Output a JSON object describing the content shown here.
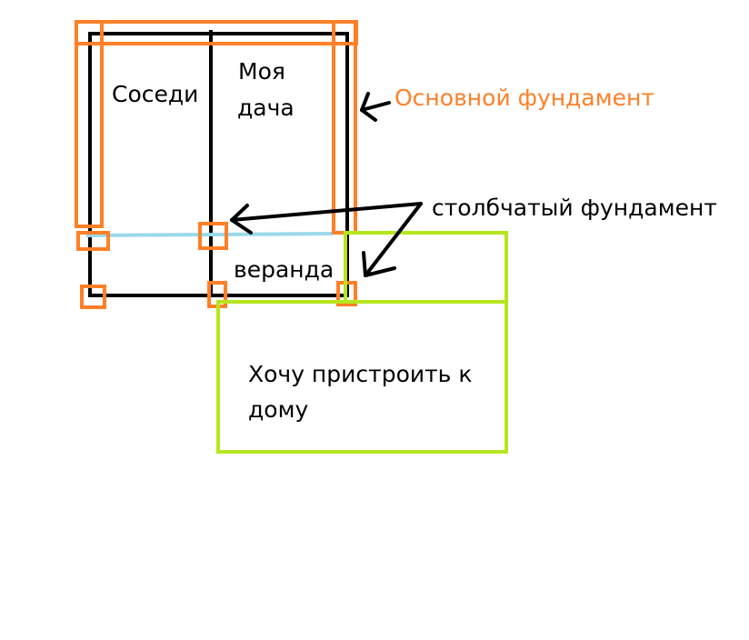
{
  "labels": {
    "neighbors": "Соседи",
    "my_dacha_line1": "Моя",
    "my_dacha_line2": "дача",
    "veranda": "веранда",
    "main_foundation": "Основной фундамент",
    "pillar_foundation": "столбчатый фундамент",
    "extension_line1": "Хочу пристроить к",
    "extension_line2": "дому"
  },
  "colors": {
    "walls": "#000000",
    "foundation": "#ff7f27",
    "extension": "#b5e61d",
    "divider": "#99d9ea"
  }
}
